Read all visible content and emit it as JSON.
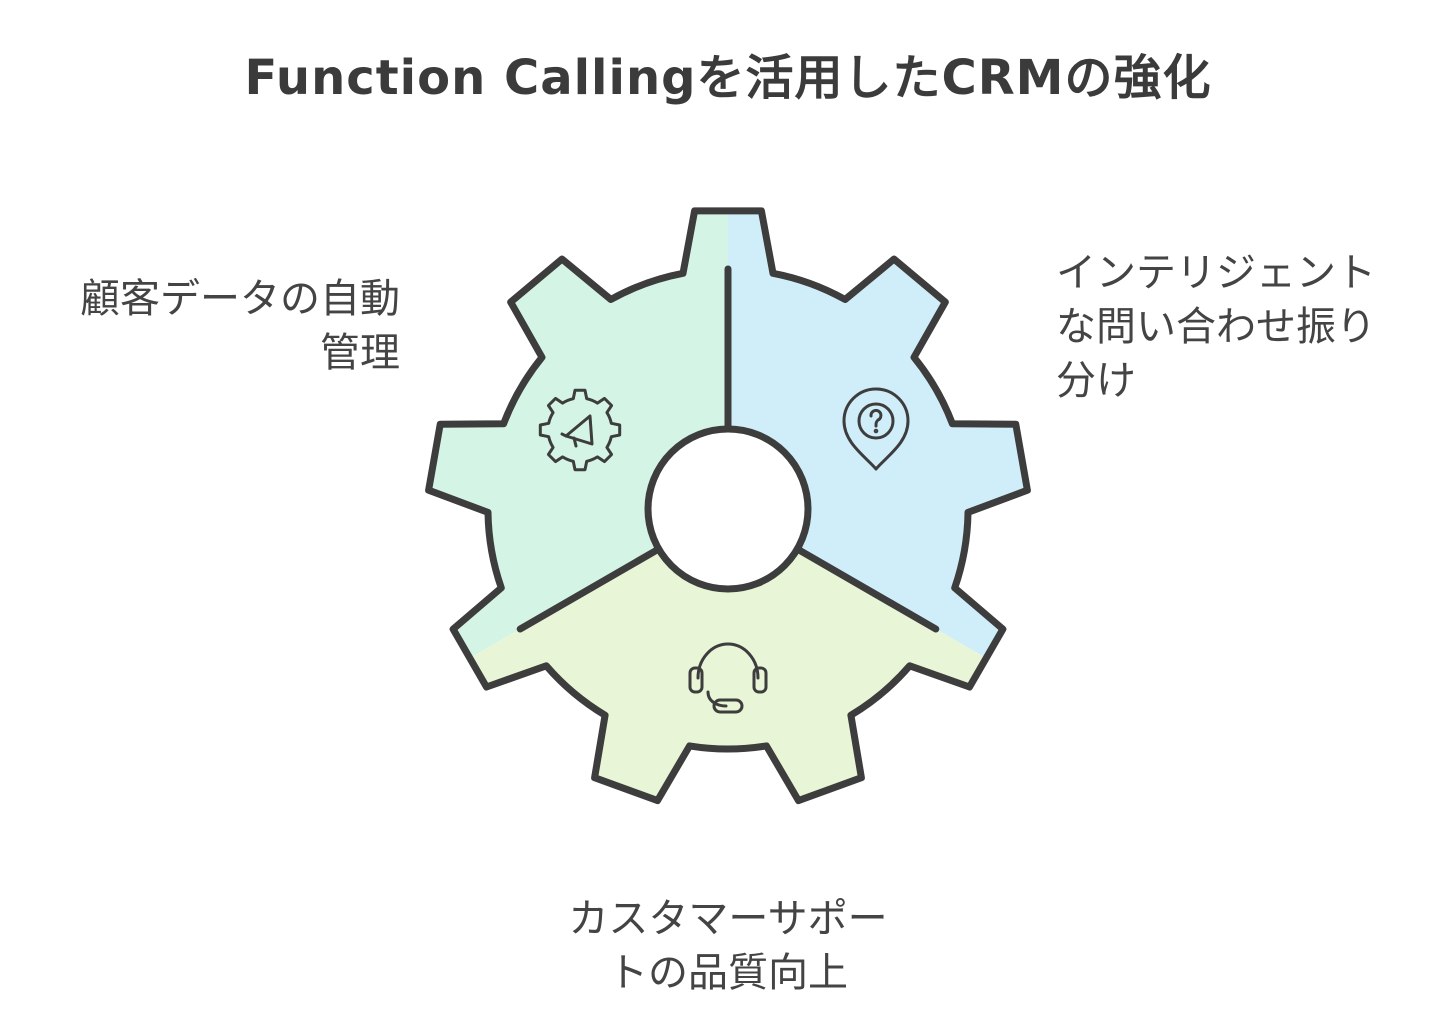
{
  "title": "Function Callingを活用したCRMの強化",
  "segments": [
    {
      "id": "data-management",
      "label_lines": [
        "顧客データの自動",
        "管理"
      ],
      "icon": "gear-megaphone-icon",
      "color": "#d4f5e6"
    },
    {
      "id": "inquiry-routing",
      "label_lines": [
        "インテリジェント",
        "な問い合わせ振り",
        "分け"
      ],
      "icon": "question-pin-icon",
      "color": "#d0eefa"
    },
    {
      "id": "customer-support",
      "label_lines": [
        "カスタマーサポー",
        "トの品質向上"
      ],
      "icon": "headset-icon",
      "color": "#e8f5d6"
    }
  ]
}
